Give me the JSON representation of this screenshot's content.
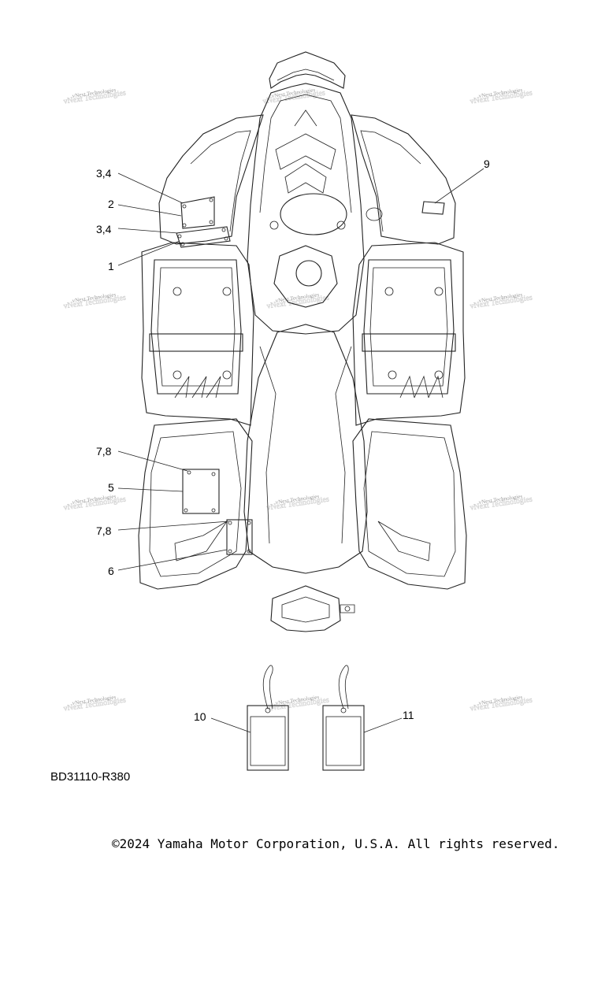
{
  "callouts": {
    "c34a": "3,4",
    "c2": "2",
    "c34b": "3,4",
    "c1": "1",
    "c9": "9",
    "c78a": "7,8",
    "c5": "5",
    "c78b": "7,8",
    "c6": "6",
    "c10": "10",
    "c11": "11"
  },
  "watermark": {
    "text": "vNext Technologies"
  },
  "diagram_code": "BD31110-R380",
  "copyright": "©2024 Yamaha Motor Corporation, U.S.A. All rights reserved."
}
